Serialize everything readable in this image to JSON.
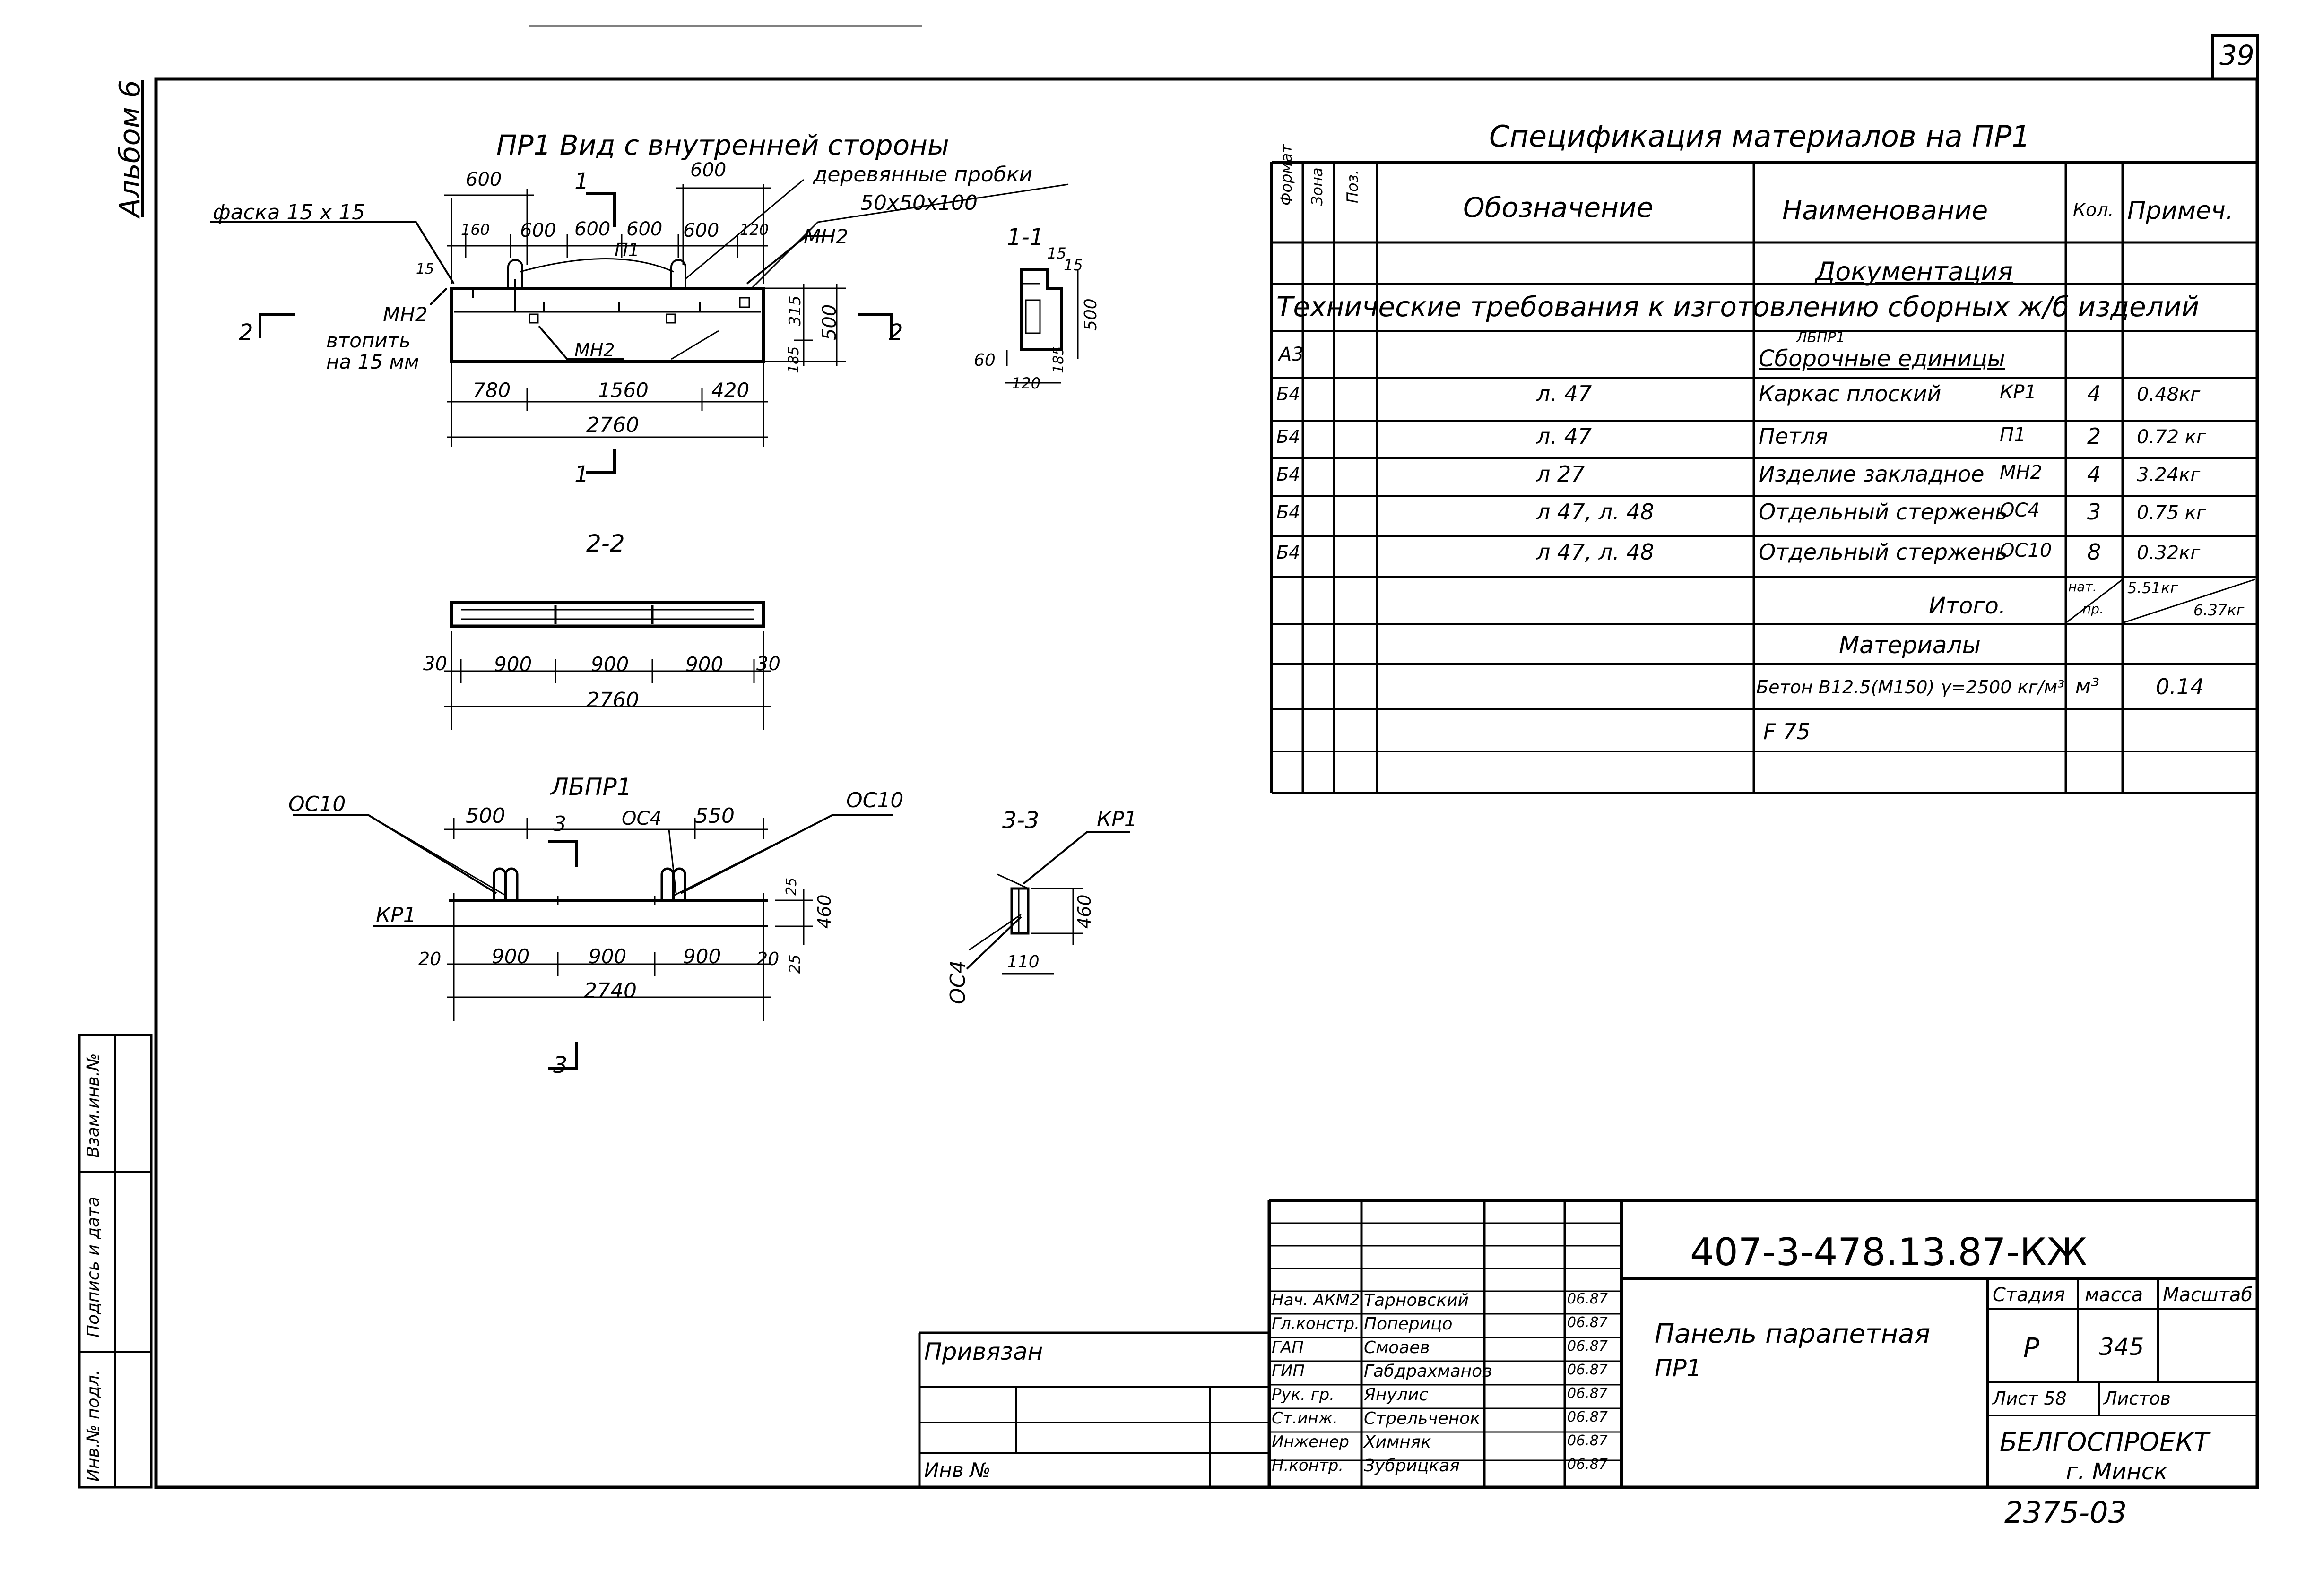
{
  "sheet_no": "39",
  "album": "Альбом 6",
  "view": {
    "title": "ПР1 Вид с внутренней стороны",
    "chamfer": "фаска 15 x 15",
    "plugs": "деревянные пробки",
    "plugs_size": "50x50x100",
    "mn2_a": "МН2",
    "mn2_b": "МН2",
    "mn2_c": "МН2",
    "sink": "втопить",
    "sink2": "на 15 мм",
    "p1": "П1",
    "d600a": "600",
    "d600b": "600",
    "d600c": "600",
    "d600d": "600",
    "d600e": "600",
    "d600f": "600",
    "d120": "120",
    "d160": "160",
    "d780": "780",
    "d1560": "1560",
    "d420": "420",
    "d2760": "2760",
    "d500": "500",
    "d315": "315",
    "d185": "185",
    "d15": "15",
    "sec1": "1",
    "sec1b": "1",
    "sec2": "2",
    "sec2b": "2"
  },
  "sec11": {
    "title": "1-1",
    "d15": "15",
    "d15b": "15",
    "d500": "500",
    "d60": "60",
    "d120": "120",
    "d185": "185"
  },
  "sec22": {
    "title": "2-2",
    "d30a": "30",
    "d900a": "900",
    "d900b": "900",
    "d900c": "900",
    "d30b": "30",
    "d2760": "2760"
  },
  "frame": {
    "title": "ЛБПР1",
    "oc10a": "ОС10",
    "oc10b": "ОС10",
    "oc4": "ОС4",
    "kp1": "КР1",
    "d500": "500",
    "d550": "550",
    "d20a": "20",
    "d900a": "900",
    "d900b": "900",
    "d900c": "900",
    "d20b": "20",
    "d2740": "2740",
    "d460": "460",
    "d25a": "25",
    "d25b": "25",
    "sec3": "3",
    "sec3b": "3"
  },
  "sec33": {
    "title": "3-3",
    "kp1": "КР1",
    "oc4": "ОС4",
    "d460": "460",
    "d110": "110"
  },
  "spec": {
    "title": "Спецификация материалов на ПР1",
    "headers": {
      "format": "Формат",
      "zone": "Зона",
      "pos": "Поз.",
      "designation": "Обозначение",
      "name": "Наименование",
      "qty": "Кол.",
      "note": "Примеч."
    },
    "doc_section": "Документация",
    "tech_req": "Технические требования к изготовлению сборных ж/б изделий",
    "lbpr": "ЛБПР1",
    "asm_section": "Сборочные единицы",
    "a3": "А3",
    "rows": [
      {
        "format": "Б4",
        "designation": "л. 47",
        "name": "Каркас плоский",
        "mark": "КР1",
        "qty": "4",
        "note": "0.48кг"
      },
      {
        "format": "Б4",
        "designation": "л. 47",
        "name": "Петля",
        "mark": "П1",
        "qty": "2",
        "note": "0.72 кг"
      },
      {
        "format": "Б4",
        "designation": "л 27",
        "name": "Изделие закладное",
        "mark": "МН2",
        "qty": "4",
        "note": "3.24кг"
      },
      {
        "format": "Б4",
        "designation": "л 47, л. 48",
        "name": "Отдельный стержень",
        "mark": "ОС4",
        "qty": "3",
        "note": "0.75 кг"
      },
      {
        "format": "Б4",
        "designation": "л 47, л. 48",
        "name": "Отдельный стержень",
        "mark": "ОС10",
        "qty": "8",
        "note": "0.32кг"
      }
    ],
    "total_label": "Итого.",
    "total_qty_top": "нат.",
    "total_qty_bottom": "пр.",
    "total_note_top": "5.51кг",
    "total_note_bottom": "6.37кг",
    "materials": "Материалы",
    "concrete": "Бетон В12.5(М150) γ=2500 кг/м³",
    "concrete_unit": "м³",
    "concrete_qty": "0.14",
    "frost": "F 75"
  },
  "stamp": {
    "code": "407-3-478.13.87-КЖ",
    "doc_name_1": "Панель парапетная",
    "doc_name_2": "ПР1",
    "stage_h": "Стадия",
    "mass_h": "масса",
    "scale_h": "Масштаб",
    "stage": "Р",
    "mass": "345",
    "sheet": "Лист 58",
    "sheets": "Листов",
    "org_1": "БЕЛГОСПРОЕКТ",
    "org_2": "г. Минск",
    "order": "2375-03",
    "bound": "Привязан",
    "inv": "Инв №",
    "staff": [
      {
        "role": "Нач. АКМ2",
        "name": "Тарновский",
        "date": "06.87"
      },
      {
        "role": "Гл.констр.",
        "name": "Поперицо",
        "date": "06.87"
      },
      {
        "role": "ГАП",
        "name": "Смоаев",
        "date": "06.87"
      },
      {
        "role": "ГИП",
        "name": "Габдрахманов",
        "date": "06.87"
      },
      {
        "role": "Рук. гр.",
        "name": "Янулис",
        "date": "06.87"
      },
      {
        "role": "Ст.инж.",
        "name": "Стрельченок",
        "date": "06.87"
      },
      {
        "role": "Инженер",
        "name": "Химняк",
        "date": "06.87"
      },
      {
        "role": "Н.контр.",
        "name": "Зубрицкая",
        "date": "06.87"
      }
    ]
  },
  "side": {
    "inv_orig": "Инв.№ подл.",
    "sign_date": "Подпись и дата",
    "replace": "Взам.инв.№"
  }
}
